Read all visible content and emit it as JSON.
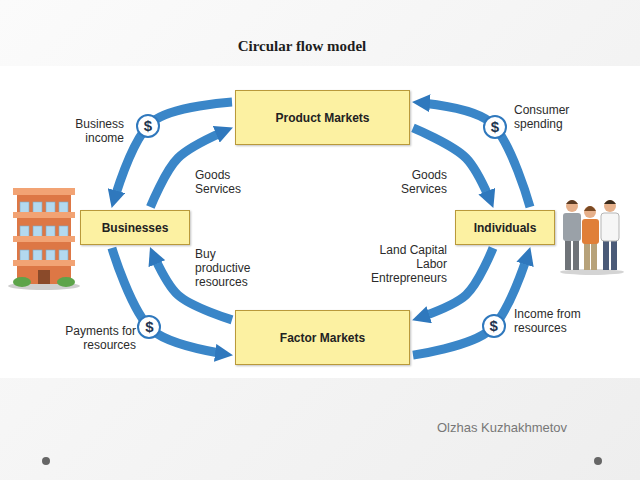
{
  "diagram": {
    "title": "Circular flow model",
    "nodes": [
      {
        "text": [
          "Product Markets"
        ]
      },
      {
        "text": [
          "Businesses"
        ]
      },
      {
        "text": [
          "Individuals"
        ]
      },
      {
        "text": [
          "Factor Markets"
        ]
      }
    ],
    "edges": [
      {
        "from": 0,
        "to": 1,
        "label": "Business income",
        "arrow": "to"
      },
      {
        "from": 1,
        "to": 0,
        "label": "Goods Services",
        "arrow": "to"
      },
      {
        "from": 2,
        "to": 0,
        "label": "Consumer spending",
        "arrow": "to"
      },
      {
        "from": 0,
        "to": 2,
        "label": "Goods Services",
        "arrow": "to"
      },
      {
        "from": 3,
        "to": 1,
        "label": "Buy productive resources",
        "arrow": "to"
      },
      {
        "from": 1,
        "to": 3,
        "label": "Payments for resources",
        "arrow": "to"
      },
      {
        "from": 2,
        "to": 3,
        "label": "Land Capital Labor Entrepreneurs",
        "arrow": "to"
      },
      {
        "from": 3,
        "to": 2,
        "label": "Income from resources",
        "arrow": "to"
      }
    ],
    "labels": [
      "$",
      "$",
      "$",
      "$",
      "Olzhas Kuzhakhmetov"
    ]
  }
}
